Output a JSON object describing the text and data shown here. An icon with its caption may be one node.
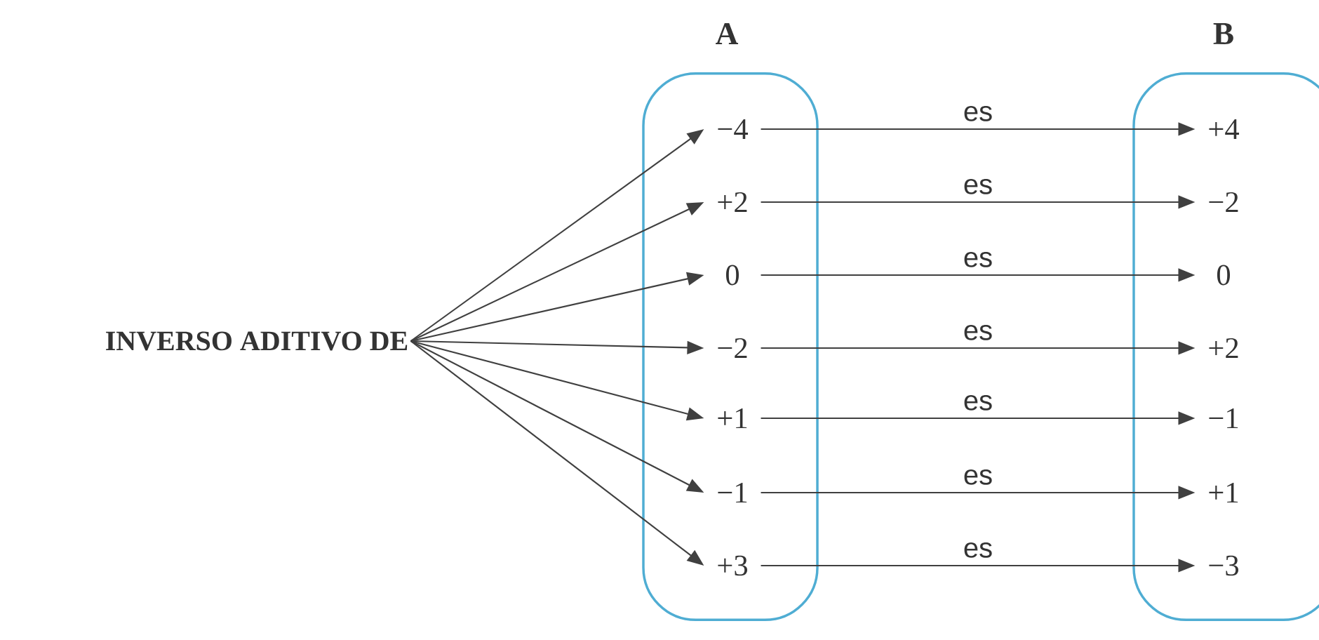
{
  "diagram": {
    "nodes": [
      {
        "text": [
          "INVERSO ADITIVO DE"
        ]
      },
      {
        "text": [
          "A"
        ]
      },
      {
        "text": [
          "B"
        ]
      },
      {
        "text": [
          "−4"
        ],
        "in": 1
      },
      {
        "text": [
          "+2"
        ],
        "in": 1
      },
      {
        "text": [
          "0"
        ],
        "in": 1
      },
      {
        "text": [
          "−2"
        ],
        "in": 1
      },
      {
        "text": [
          "+1"
        ],
        "in": 1
      },
      {
        "text": [
          "−1"
        ],
        "in": 1
      },
      {
        "text": [
          "+3"
        ],
        "in": 1
      },
      {
        "text": [
          "+4"
        ],
        "in": 2
      },
      {
        "text": [
          "−2"
        ],
        "in": 2
      },
      {
        "text": [
          "0"
        ],
        "in": 2
      },
      {
        "text": [
          "+2"
        ],
        "in": 2
      },
      {
        "text": [
          "−1"
        ],
        "in": 2
      },
      {
        "text": [
          "+1"
        ],
        "in": 2
      },
      {
        "text": [
          "−3"
        ],
        "in": 2
      }
    ],
    "edges": [
      {
        "from": 0,
        "to": 3,
        "arrow": "to"
      },
      {
        "from": 0,
        "to": 4,
        "arrow": "to"
      },
      {
        "from": 0,
        "to": 5,
        "arrow": "to"
      },
      {
        "from": 0,
        "to": 6,
        "arrow": "to"
      },
      {
        "from": 0,
        "to": 7,
        "arrow": "to"
      },
      {
        "from": 0,
        "to": 8,
        "arrow": "to"
      },
      {
        "from": 0,
        "to": 9,
        "arrow": "to"
      },
      {
        "from": 3,
        "to": 10,
        "arrow": "to",
        "label": "es"
      },
      {
        "from": 4,
        "to": 11,
        "arrow": "to",
        "label": "es"
      },
      {
        "from": 5,
        "to": 12,
        "arrow": "to",
        "label": "es"
      },
      {
        "from": 6,
        "to": 13,
        "arrow": "to",
        "label": "es"
      },
      {
        "from": 7,
        "to": 14,
        "arrow": "to",
        "label": "es"
      },
      {
        "from": 8,
        "to": 15,
        "arrow": "to",
        "label": "es"
      },
      {
        "from": 9,
        "to": 16,
        "arrow": "to",
        "label": "es"
      }
    ]
  }
}
